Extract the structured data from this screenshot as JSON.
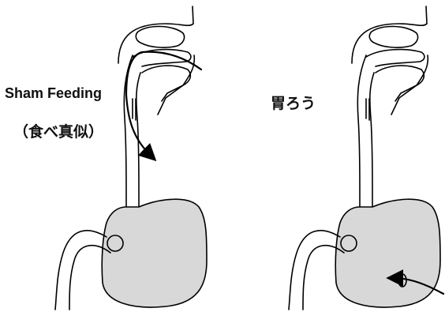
{
  "labels": {
    "sham_feeding": "Sham Feeding",
    "sham_feeding_sub": "（食べ真似）",
    "gastric_fistula": "胃ろう"
  },
  "colors": {
    "outline": "#000000",
    "stomach_fill": "#d8d8d8",
    "background": "#ffffff"
  }
}
